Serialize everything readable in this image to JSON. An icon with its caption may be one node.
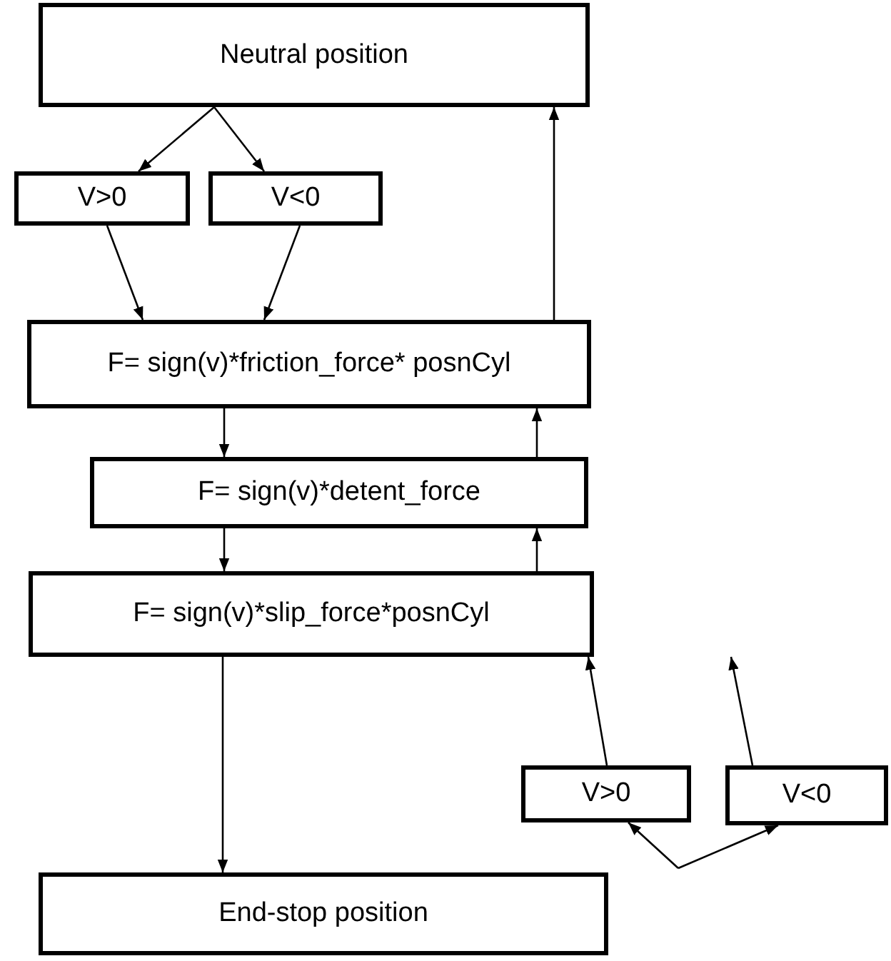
{
  "diagram": {
    "nodes": [
      {
        "text": [
          "Neutral position"
        ]
      },
      {
        "text": [
          "V>0"
        ]
      },
      {
        "text": [
          "V<0"
        ]
      },
      {
        "text": [
          "F= sign(v)*friction_force* posnCyl"
        ]
      },
      {
        "text": [
          "F= sign(v)*detent_force"
        ]
      },
      {
        "text": [
          "F= sign(v)*slip_force*posnCyl"
        ]
      },
      {
        "text": [
          "V>0"
        ]
      },
      {
        "text": [
          "V<0"
        ]
      },
      {
        "text": [
          "End-stop position"
        ]
      }
    ],
    "edges": [
      {
        "from": 0,
        "to": 1,
        "arrow": "to"
      },
      {
        "from": 0,
        "to": 2,
        "arrow": "to"
      },
      {
        "from": 1,
        "to": 3,
        "arrow": "to"
      },
      {
        "from": 2,
        "to": 3,
        "arrow": "to"
      },
      {
        "from": 3,
        "to": 0,
        "arrow": "to"
      },
      {
        "from": 3,
        "to": 4,
        "arrow": "to"
      },
      {
        "from": 4,
        "to": 3,
        "arrow": "to"
      },
      {
        "from": 4,
        "to": 5,
        "arrow": "to"
      },
      {
        "from": 5,
        "to": 4,
        "arrow": "to"
      },
      {
        "from": 6,
        "to": 5,
        "arrow": "to"
      },
      {
        "from": 7,
        "to": null,
        "arrow": "to"
      },
      {
        "from": 5,
        "to": 8,
        "arrow": "to"
      },
      {
        "from": null,
        "to": 6,
        "arrow": "to"
      },
      {
        "from": null,
        "to": 7,
        "arrow": "to"
      }
    ]
  }
}
